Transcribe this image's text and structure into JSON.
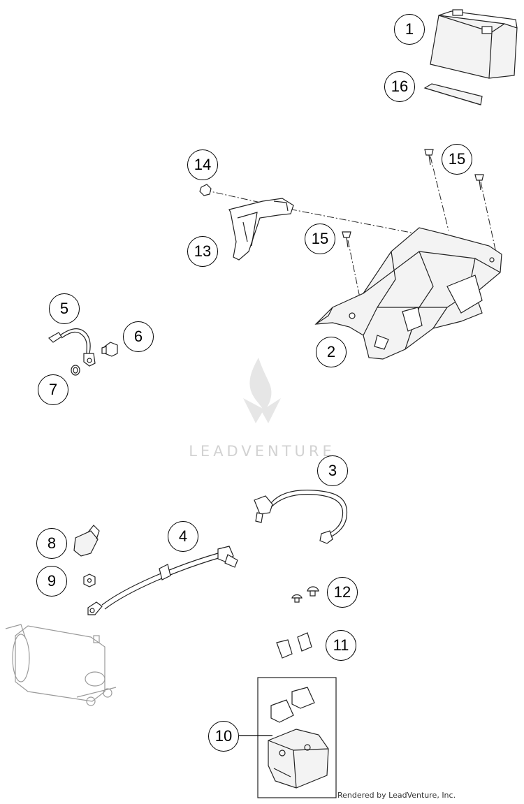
{
  "watermark": {
    "text": "LEADVENTURE"
  },
  "credit": "Rendered by LeadVenture, Inc.",
  "callouts": [
    {
      "id": "1",
      "text": "1"
    },
    {
      "id": "16",
      "text": "16"
    },
    {
      "id": "14",
      "text": "14"
    },
    {
      "id": "15a",
      "text": "15"
    },
    {
      "id": "15b",
      "text": "15"
    },
    {
      "id": "13",
      "text": "13"
    },
    {
      "id": "2",
      "text": "2"
    },
    {
      "id": "5",
      "text": "5"
    },
    {
      "id": "6",
      "text": "6"
    },
    {
      "id": "7",
      "text": "7"
    },
    {
      "id": "3",
      "text": "3"
    },
    {
      "id": "4",
      "text": "4"
    },
    {
      "id": "8",
      "text": "8"
    },
    {
      "id": "9",
      "text": "9"
    },
    {
      "id": "12",
      "text": "12"
    },
    {
      "id": "11",
      "text": "11"
    },
    {
      "id": "10",
      "text": "10"
    }
  ]
}
